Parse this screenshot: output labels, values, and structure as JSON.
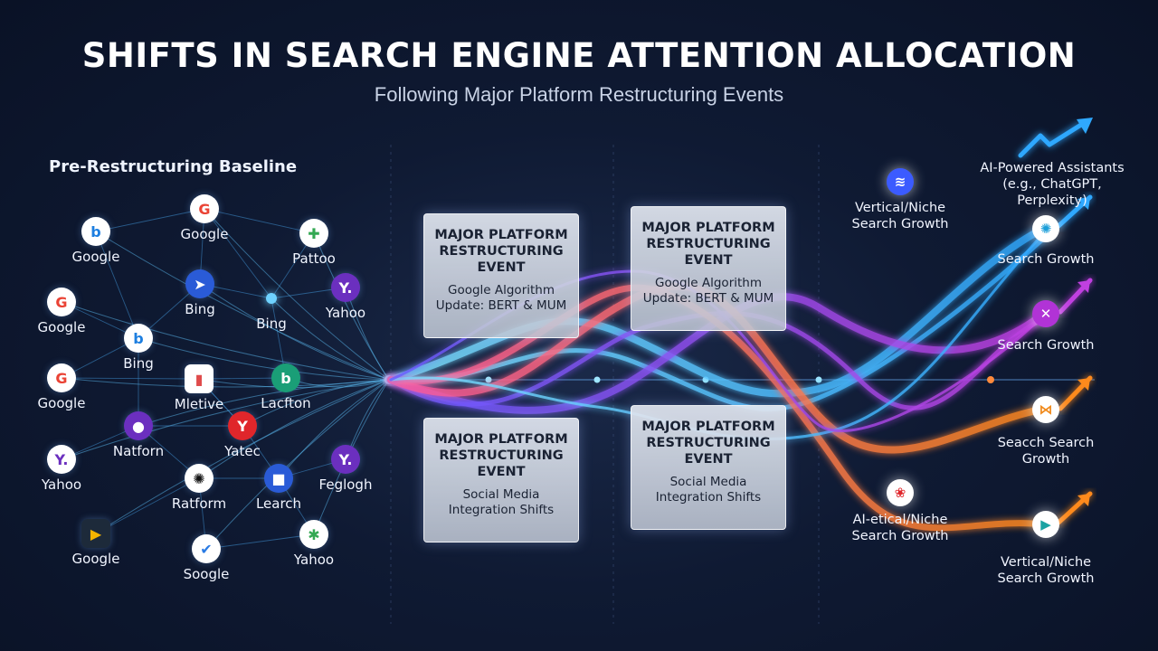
{
  "header": {
    "title": "SHIFTS IN SEARCH ENGINE ATTENTION ALLOCATION",
    "subtitle": "Following Major Platform Restructuring Events"
  },
  "baseline": {
    "label": "Pre-Restructuring Baseline",
    "nodes": [
      {
        "label": "Google",
        "icon": "bing-logo-icon",
        "glyph": "b",
        "color": "#1e7fe0",
        "bg": "#ffffff"
      },
      {
        "label": "Google",
        "icon": "google-logo-icon",
        "glyph": "G",
        "color": "#ea4335",
        "bg": "#ffffff"
      },
      {
        "label": "Pattoo",
        "icon": "colorful-pinwheel-icon",
        "glyph": "✚",
        "color": "#34a853",
        "bg": "#ffffff"
      },
      {
        "label": "Google",
        "icon": "google-logo-icon",
        "glyph": "G",
        "color": "#ea4335",
        "bg": "#ffffff"
      },
      {
        "label": "Bing",
        "icon": "send-arrow-icon",
        "glyph": "➤",
        "color": "#ffffff",
        "bg": "#2a5bd7"
      },
      {
        "label": "Bing",
        "icon": "glowing-dot-icon",
        "glyph": "",
        "color": "#6fd3ff",
        "bg": "#6fd3ff"
      },
      {
        "label": "Yahoo",
        "icon": "yahoo-logo-icon",
        "glyph": "Y.",
        "color": "#ffffff",
        "bg": "#6b2fbf"
      },
      {
        "label": "Bing",
        "icon": "bing-logo-icon",
        "glyph": "b",
        "color": "#1e7fe0",
        "bg": "#ffffff"
      },
      {
        "label": "Google",
        "icon": "google-logo-icon",
        "glyph": "G",
        "color": "#ea4335",
        "bg": "#ffffff"
      },
      {
        "label": "Mletive",
        "icon": "tablet-icon",
        "glyph": "▮",
        "color": "#e04b4b",
        "bg": "#ffffff"
      },
      {
        "label": "Lacfton",
        "icon": "bing-logo-icon",
        "glyph": "b",
        "color": "#ffffff",
        "bg": "#1a9e77"
      },
      {
        "label": "Natforn",
        "icon": "location-pin-icon",
        "glyph": "●",
        "color": "#ffffff",
        "bg": "#6b2fbf"
      },
      {
        "label": "Yatec",
        "icon": "y-logo-icon",
        "glyph": "Y",
        "color": "#ffffff",
        "bg": "#e0262b"
      },
      {
        "label": "Yahoo",
        "icon": "yahoo-logo-icon",
        "glyph": "Y.",
        "color": "#6b2fbf",
        "bg": "#ffffff"
      },
      {
        "label": "Feglogh",
        "icon": "yahoo-logo-icon",
        "glyph": "Y.",
        "color": "#ffffff",
        "bg": "#6b2fbf"
      },
      {
        "label": "Ratform",
        "icon": "openai-logo-icon",
        "glyph": "✺",
        "color": "#111111",
        "bg": "#ffffff"
      },
      {
        "label": "Learch",
        "icon": "video-camera-icon",
        "glyph": "■",
        "color": "#ffffff",
        "bg": "#2a5bd7"
      },
      {
        "label": "Google",
        "icon": "play-store-icon",
        "glyph": "▶",
        "color": "#f4b400",
        "bg": "#1d2a3a"
      },
      {
        "label": "Soogle",
        "icon": "shield-check-icon",
        "glyph": "✔",
        "color": "#2a7be4",
        "bg": "#ffffff"
      },
      {
        "label": "Yahoo",
        "icon": "colorful-pinwheel-icon",
        "glyph": "✱",
        "color": "#34a853",
        "bg": "#ffffff"
      }
    ]
  },
  "events": [
    {
      "title": "MAJOR PLATFORM RESTRUCTURING EVENT",
      "desc": "Google Algorithm Update: BERT & MUM"
    },
    {
      "title": "MAJOR PLATFORM RESTRUCTURING EVENT",
      "desc": "Google Algorithm Update: BERT & MUM"
    },
    {
      "title": "MAJOR PLATFORM RESTRUCTURING EVENT",
      "desc": "Social Media Integration Shifts"
    },
    {
      "title": "MAJOR PLATFORM RESTRUCTURING EVENT",
      "desc": "Social Media Integration Shifts"
    }
  ],
  "outcomes": {
    "mid": [
      {
        "label": "Vertical/Niche Search Growth",
        "icon": "layers-stack-icon",
        "glyph": "≋",
        "color": "#ffffff",
        "bg": "#3b5bff"
      },
      {
        "label": "AI-etical/Niche Search Growth",
        "icon": "photos-pinwheel-icon",
        "glyph": "❀",
        "color": "#e0262b",
        "bg": "#ffffff"
      }
    ],
    "right": [
      {
        "label": "AI-Powered Assistants (e.g., ChatGPT, Perplexity)",
        "icon": "trend-arrow-icon",
        "glyph": "",
        "color": "#2fa8ff",
        "bg": ""
      },
      {
        "label": "Search Growth",
        "icon": "openai-logo-icon",
        "glyph": "✺",
        "color": "#1a9ed9",
        "bg": "#ffffff"
      },
      {
        "label": "Search Growth",
        "icon": "x-circle-icon",
        "glyph": "✕",
        "color": "#ffffff",
        "bg": "#b133d6"
      },
      {
        "label": "Seacch Search Growth",
        "icon": "bowtie-icon",
        "glyph": "⋈",
        "color": "#f08a1c",
        "bg": "#ffffff"
      },
      {
        "label": "Vertical/Niche Search Growth",
        "icon": "play-circle-icon",
        "glyph": "▶",
        "color": "#1aa3a3",
        "bg": "#ffffff"
      }
    ]
  },
  "colors": {
    "background": "#0f1a33",
    "stream_blue": "#2fa8ff",
    "stream_purple": "#b133d6",
    "stream_orange": "#f08a1c",
    "node_line": "#4aa6e0"
  }
}
